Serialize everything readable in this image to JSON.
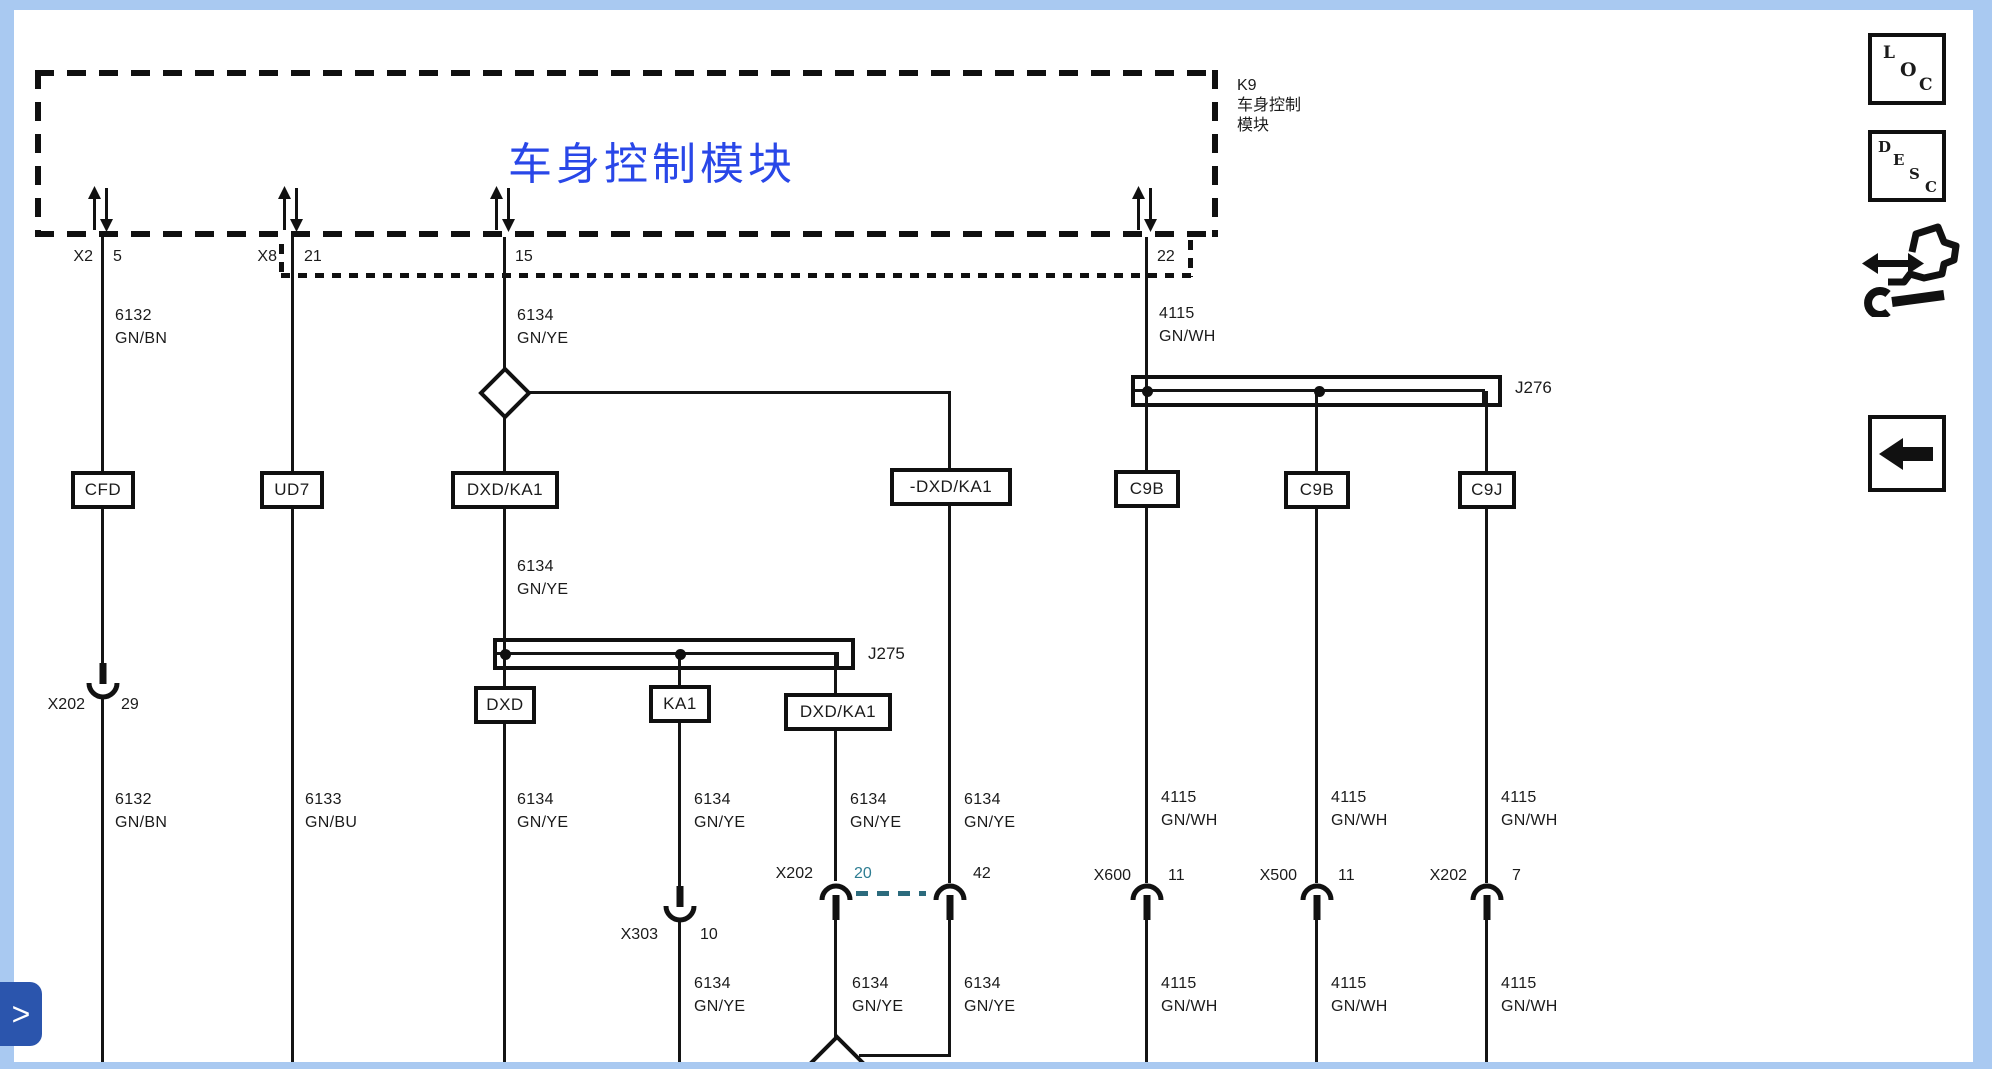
{
  "colors": {
    "frame_blue": "#a9c9f1",
    "title_blue": "#2947e8",
    "highlight_teal": "#2e7d92",
    "button_blue": "#2b55ad",
    "wire_black": "#141414"
  },
  "module": {
    "title_cn": "车身控制模块",
    "id": "K9",
    "name_line1": "车身控制",
    "name_line2": "模块"
  },
  "pins": {
    "p1_connector": "X2",
    "p1_number": "5",
    "p2_connector": "X8",
    "p2_number": "21",
    "p3_number": "15",
    "p4_number": "22"
  },
  "boxes": {
    "cfd": "CFD",
    "ud7": "UD7",
    "dxdka1_top": "DXD/KA1",
    "dxdka1_right": "-DXD/KA1",
    "c9b1": "C9B",
    "c9b2": "C9B",
    "c9j": "C9J",
    "dxd": "DXD",
    "ka1": "KA1",
    "dxdka1_low": "DXD/KA1"
  },
  "junctions": {
    "j275": "J275",
    "j276": "J276"
  },
  "wires": {
    "a_top": {
      "code": "6132",
      "color": "GN/BN"
    },
    "c_top": {
      "code": "6134",
      "color": "GN/YE"
    },
    "g_top": {
      "code": "4115",
      "color": "GN/WH"
    },
    "c_mid": {
      "code": "6134",
      "color": "GN/YE"
    },
    "a_low": {
      "code": "6132",
      "color": "GN/BN"
    },
    "b_low": {
      "code": "6133",
      "color": "GN/BU"
    },
    "c_low": {
      "code": "6134",
      "color": "GN/YE"
    },
    "d_low": {
      "code": "6134",
      "color": "GN/YE"
    },
    "e_low": {
      "code": "6134",
      "color": "GN/YE"
    },
    "f_low": {
      "code": "6134",
      "color": "GN/YE"
    },
    "g_low": {
      "code": "4115",
      "color": "GN/WH"
    },
    "h_low": {
      "code": "4115",
      "color": "GN/WH"
    },
    "i_low": {
      "code": "4115",
      "color": "GN/WH"
    },
    "d_bot": {
      "code": "6134",
      "color": "GN/YE"
    },
    "e_bot": {
      "code": "6134",
      "color": "GN/YE"
    },
    "f_bot": {
      "code": "6134",
      "color": "GN/YE"
    },
    "g_bot": {
      "code": "4115",
      "color": "GN/WH"
    },
    "h_bot": {
      "code": "4115",
      "color": "GN/WH"
    },
    "i_bot": {
      "code": "4115",
      "color": "GN/WH"
    }
  },
  "connectors": {
    "x202_29": {
      "name": "X202",
      "pin": "29"
    },
    "x303_10": {
      "name": "X303",
      "pin": "10"
    },
    "x202_20": {
      "name": "X202",
      "pin": "20"
    },
    "c42": {
      "pin": "42"
    },
    "x600_11": {
      "name": "X600",
      "pin": "11"
    },
    "x500_11": {
      "name": "X500",
      "pin": "11"
    },
    "x202_7": {
      "name": "X202",
      "pin": "7"
    }
  },
  "toolbar": {
    "loc": {
      "l1": "L",
      "l2": "O",
      "l3": "C"
    },
    "desc": {
      "l1": "D",
      "l2": "E",
      "l3": "S",
      "l4": "C"
    }
  },
  "nav": {
    "next": ">"
  }
}
